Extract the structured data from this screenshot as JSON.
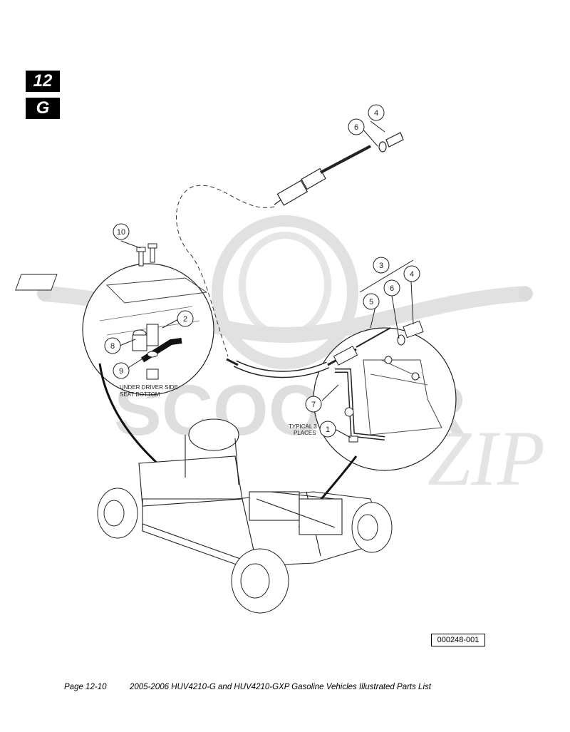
{
  "section_tab": {
    "number": "12",
    "letter": "G"
  },
  "watermark": {
    "main_text": "SCOOTER",
    "script_text": "ZIP"
  },
  "callouts": {
    "c1": "1",
    "c2": "2",
    "c3": "3",
    "c4a": "4",
    "c4b": "4",
    "c5": "5",
    "c6a": "6",
    "c6b": "6",
    "c7": "7",
    "c8": "8",
    "c9": "9",
    "c10": "10"
  },
  "annotations": {
    "under_seat_line1": "UNDER DRIVER SIDE",
    "under_seat_line2": "SEAT BOTTOM",
    "typical_line1": "TYPICAL 3",
    "typical_line2": "PLACES"
  },
  "figure_id": "000248-001",
  "footer": {
    "page": "Page 12-10",
    "title": "2005-2006 HUV4210-G and HUV4210-GXP Gasoline Vehicles Illustrated Parts List"
  }
}
